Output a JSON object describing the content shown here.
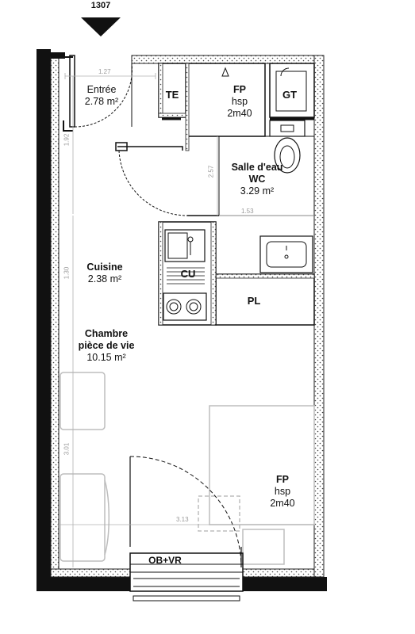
{
  "lot_number": "1307",
  "rooms": {
    "entree": {
      "name": "Entrée",
      "area": "2.78 m²"
    },
    "te": {
      "name": "TE"
    },
    "fp_top": {
      "name": "FP",
      "note": "hsp",
      "height": "2m40"
    },
    "gt": {
      "name": "GT"
    },
    "salle_eau": {
      "name1": "Salle d'eau",
      "name2": "WC",
      "area": "3.29 m²"
    },
    "cuisine": {
      "name": "Cuisine",
      "area": "2.38 m²"
    },
    "cu": {
      "name": "CU"
    },
    "pl": {
      "name": "PL"
    },
    "chambre": {
      "name1": "Chambre",
      "name2": "pièce de vie",
      "area": "10.15 m²"
    },
    "fp_bottom": {
      "name": "FP",
      "note": "hsp",
      "height": "2m40"
    },
    "window": {
      "name": "OB+VR"
    }
  },
  "dimensions": {
    "d1": "1.27",
    "d2": "1.92",
    "d3": "2.57",
    "d4": "1.53",
    "d5": "1.30",
    "d6": "3.01",
    "d7": "3.13"
  },
  "colors": {
    "wall": "#111111",
    "hatch": "#555555",
    "dimension": "#9a9a9a",
    "furniture": "#bbbbbb"
  }
}
